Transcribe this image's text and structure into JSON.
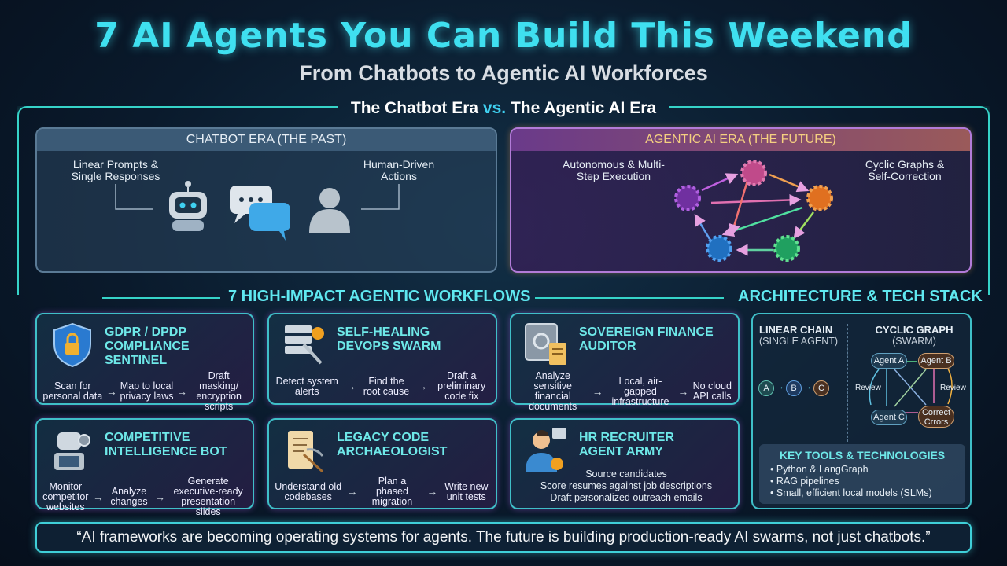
{
  "header": {
    "title": "7 AI Agents You Can Build This Weekend",
    "subtitle": "From Chatbots to Agentic AI Workforces"
  },
  "comparison": {
    "heading_a": "The Chatbot Era ",
    "heading_vs": "vs.",
    "heading_b": " The Agentic AI Era",
    "chatbot": {
      "title": "CHATBOT ERA (THE PAST)",
      "label_left": "Linear Prompts & Single Responses",
      "label_right": "Human-Driven Actions",
      "icons": [
        "robot-icon",
        "chat-bubbles-icon",
        "user-icon"
      ]
    },
    "agentic": {
      "title": "AGENTIC AI ERA (THE FUTURE)",
      "label_left": "Autonomous & Multi-Step Execution",
      "label_right": "Cyclic Graphs & Self-Correction",
      "icons": [
        "gear-network-icon"
      ]
    }
  },
  "workflows": {
    "heading": "7 HIGH-IMPACT AGENTIC WORKFLOWS",
    "cards": [
      {
        "title": "GDPR / DPDP COMPLIANCE SENTINEL",
        "icon": "shield-lock-icon",
        "steps": [
          "Scan for personal data",
          "Map to local privacy laws",
          "Draft masking/ encryption scripts"
        ]
      },
      {
        "title": "SELF-HEALING DEVOPS SWARM",
        "icon": "server-wrench-icon",
        "steps": [
          "Detect system alerts",
          "Find the root cause",
          "Draft a preliminary code fix"
        ]
      },
      {
        "title": "SOVEREIGN FINANCE AUDITOR",
        "icon": "safe-document-icon",
        "steps": [
          "Analyze sensitive financial documents",
          "Local, air-gapped infrastructure",
          "No cloud API calls"
        ]
      },
      {
        "title": "COMPETITIVE INTELLIGENCE BOT",
        "icon": "robot-binoculars-icon",
        "steps": [
          "Monitor competitor websites",
          "Analyze changes",
          "Generate executive-ready presentation slides"
        ]
      },
      {
        "title": "LEGACY CODE ARCHAEOLOGIST",
        "icon": "scroll-pickaxe-icon",
        "steps": [
          "Understand old codebases",
          "Plan a phased migration",
          "Write new unit tests"
        ]
      },
      {
        "title": "HR RECRUITER AGENT ARMY",
        "icon": "recruiter-icon",
        "lines": [
          "Source candidates",
          "Score resumes against job descriptions",
          "Draft personalized outreach emails"
        ]
      }
    ]
  },
  "architecture": {
    "heading": "ARCHITECTURE & TECH STACK",
    "linear_title": "LINEAR CHAIN",
    "linear_sub": "(SINGLE AGENT)",
    "linear_nodes": [
      "A",
      "B",
      "C"
    ],
    "cyclic_title": "CYCLIC GRAPH",
    "cyclic_sub": "(SWARM)",
    "cyclic_nodes": [
      "Agent A",
      "Agent B",
      "Agent C",
      "Correct Crrors"
    ],
    "review_left": "Review",
    "review_right": "Review",
    "tools_title": "KEY TOOLS & TECHNOLOGIES",
    "tools": [
      "Python & LangGraph",
      "RAG pipelines",
      "Small, efficient local models (SLMs)"
    ]
  },
  "quote": "“AI frameworks are becoming operating systems for agents. The future is building production-ready AI swarms, not just chatbots.”",
  "colors": {
    "accent": "#3fe0f0",
    "frame": "#36d3c8",
    "agentic_border": "#b27bd8"
  }
}
